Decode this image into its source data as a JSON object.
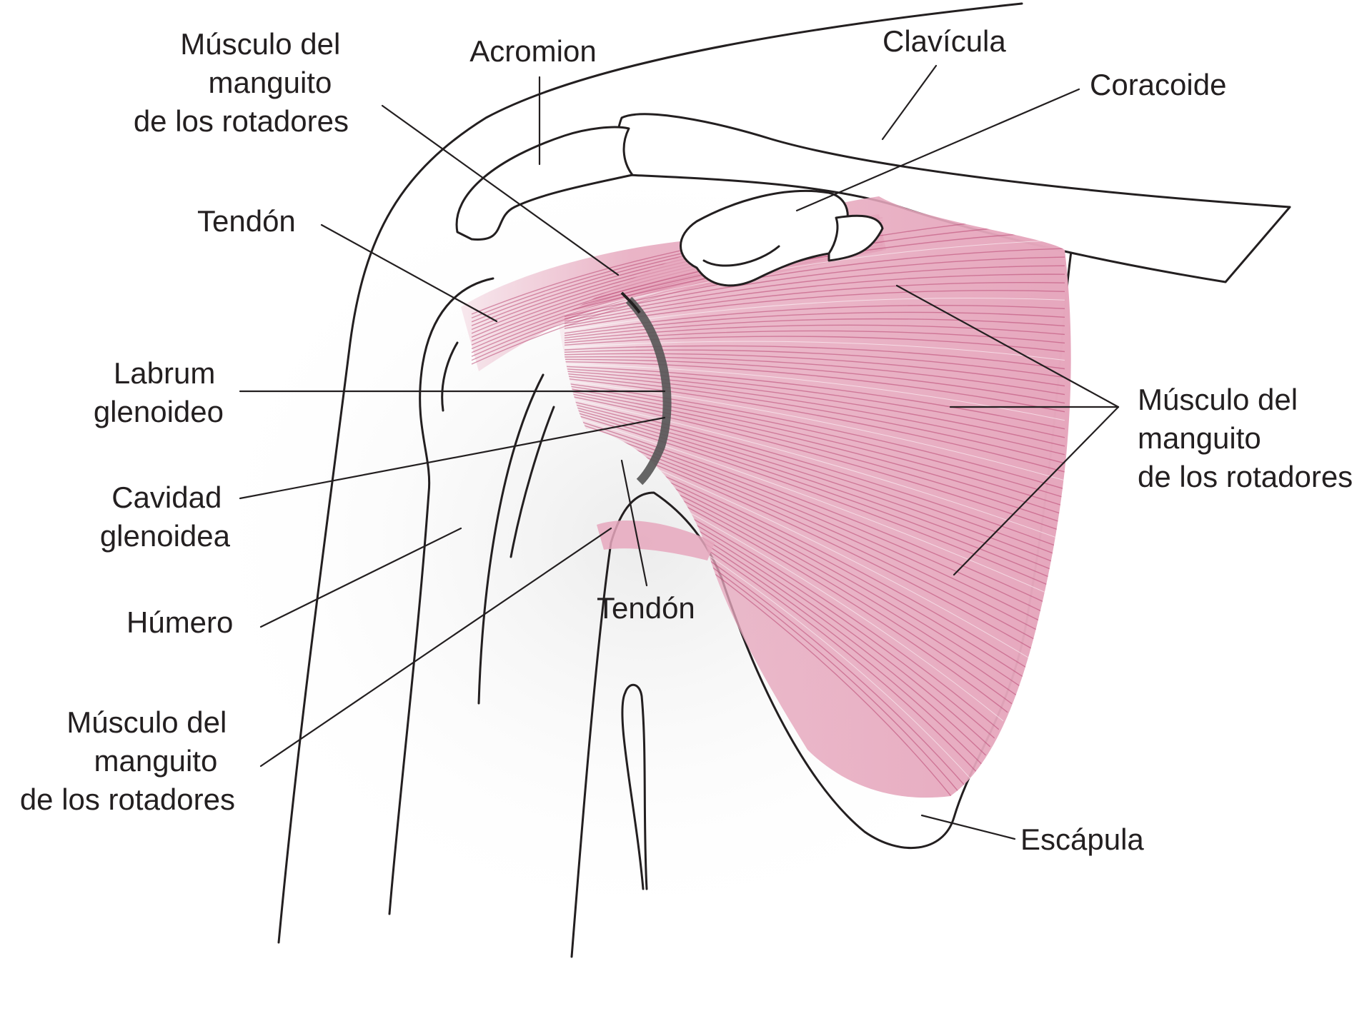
{
  "diagram": {
    "colors": {
      "muscle": "#e6a7bd",
      "muscle_fiber": "#b94772",
      "muscle_dark": "#c8557f",
      "shading": "#f1f1f1",
      "line": "#231f20",
      "labrum": "#555555"
    },
    "labels": {
      "rotator_cuff_top": [
        "Músculo del",
        "manguito",
        "de los rotadores"
      ],
      "acromion": "Acromion",
      "clavicle": "Clavícula",
      "coracoid": "Coracoide",
      "tendon_upper": "Tendón",
      "labrum": [
        "Labrum",
        "glenoideo"
      ],
      "glenoid_cavity": [
        "Cavidad",
        "glenoidea"
      ],
      "humerus": "Húmero",
      "rotator_cuff_bottom": [
        "Músculo del",
        "manguito",
        "de los rotadores"
      ],
      "tendon_lower": "Tendón",
      "rotator_cuff_right": [
        "Músculo del",
        "manguito",
        "de los rotadores"
      ],
      "scapula": "Escápula"
    }
  }
}
